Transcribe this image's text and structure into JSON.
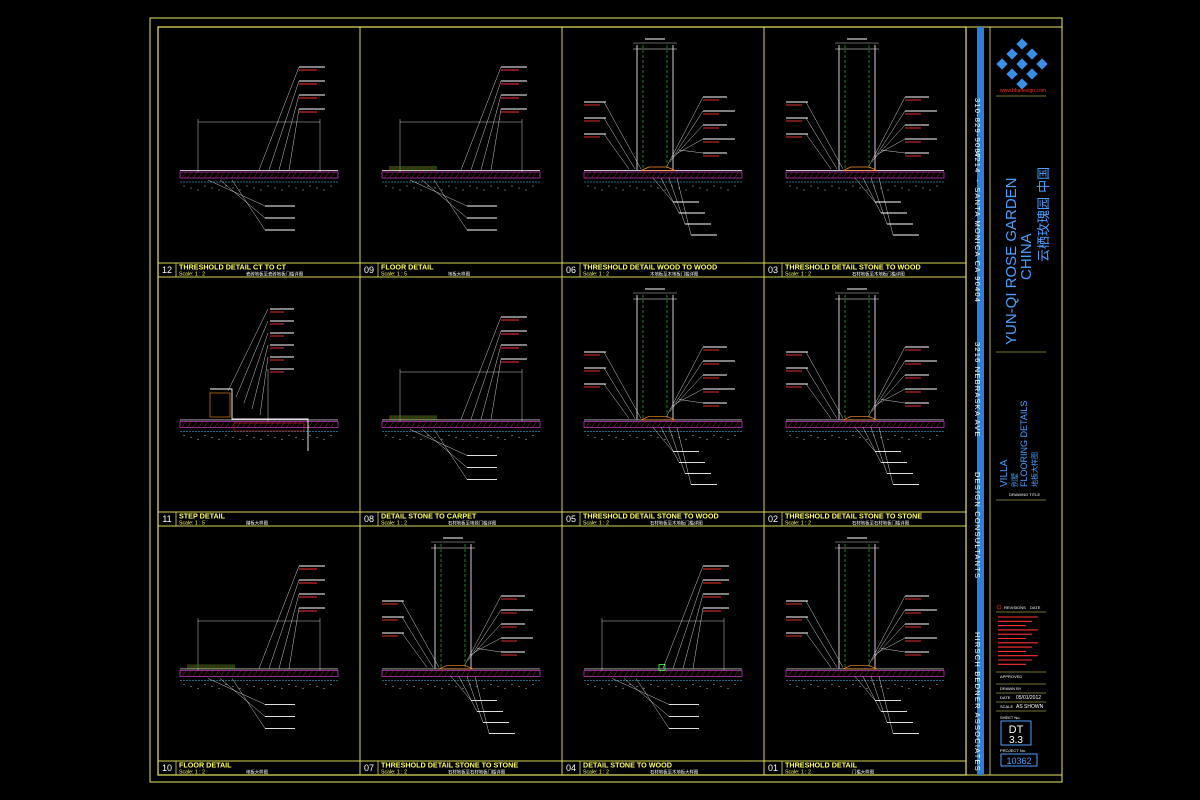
{
  "sheet": {
    "project_name": "YUN-QI ROSE GARDEN",
    "project_country": "CHINA",
    "project_name_cn": "云栖玫瑰园 中国",
    "firm": "HIRSCH BEDNER ASSOCIATES",
    "firm_sub": "DESIGN CONSULTANTS",
    "address": "3216 NEBRASKA AVE",
    "city": "SANTA MONICA CA 90404",
    "phone": "310-829-9087",
    "fax": "4214",
    "villa": "VILLA",
    "villa_cn": "别墅",
    "drawing_title": "FLOORING DETAILS",
    "drawing_title_cn": "地板大样图",
    "drawing_title_label": "DRAWING TITLE",
    "revisions_label": "REVISIONS",
    "date_label": "DATE",
    "approved_label": "APPROVED",
    "drawn_by_label": "DRAWN BY",
    "date_key": "DATE",
    "date_value": "05/01/2012",
    "scale_key": "SCALE",
    "scale_value": "AS SHOWN",
    "sheet_no_label": "SHEET No.",
    "sheet_no": "DT",
    "sheet_no_sub": "3.3",
    "project_no_label": "PROJECT No.",
    "project_no": "10362",
    "website": "www.hbadesign.com"
  },
  "details": [
    {
      "no": "12",
      "title": "THRESHOLD DETAIL CT TO CT",
      "scale": "Scale: 1 : 2",
      "cn": "瓷砖地板至瓷砖地板门槛详图"
    },
    {
      "no": "09",
      "title": "FLOOR DETAIL",
      "scale": "Scale: 1 : 5",
      "cn": "地板大样图"
    },
    {
      "no": "06",
      "title": "THRESHOLD DETAIL WOOD TO WOOD",
      "scale": "Scale: 1 : 2",
      "cn": "木地板至木地板门槛详图"
    },
    {
      "no": "03",
      "title": "THRESHOLD DETAIL STONE TO WOOD",
      "scale": "Scale: 1 : 2",
      "cn": "石材地板至木地板门槛详图"
    },
    {
      "no": "11",
      "title": "STEP DETAIL",
      "scale": "Scale: 1 : 5",
      "cn": "踏板大样图"
    },
    {
      "no": "08",
      "title": "DETAIL STONE TO CARPET",
      "scale": "Scale: 1 : 2",
      "cn": "石材地板至地毯门槛详图"
    },
    {
      "no": "05",
      "title": "THRESHOLD DETAIL STONE TO WOOD",
      "scale": "Scale: 1 : 2",
      "cn": "石材地板至木地板门槛详图"
    },
    {
      "no": "02",
      "title": "THRESHOLD DETAIL STONE TO STONE",
      "scale": "Scale: 1 : 2",
      "cn": "石材地板至石材地板门槛详图"
    },
    {
      "no": "10",
      "title": "FLOOR DETAIL",
      "scale": "Scale: 1 : 2",
      "cn": "地板大样图"
    },
    {
      "no": "07",
      "title": "THRESHOLD DETAIL STONE TO STONE",
      "scale": "Scale: 1 : 2",
      "cn": "石材地板至石材地板门槛详图"
    },
    {
      "no": "04",
      "title": "DETAIL STONE TO WOOD",
      "scale": "Scale: 1 : 2",
      "cn": "石材地板至木地板大样图"
    },
    {
      "no": "01",
      "title": "THRESHOLD DETAIL",
      "scale": "Scale: 1 : 2",
      "cn": "门槛大样图"
    }
  ],
  "colors": {
    "frame": "#e8e860",
    "grid": "#d8d850",
    "title": "#ffff66",
    "text_white": "#ffffff",
    "blue": "#2e7fd8",
    "blue_light": "#4aa0ff",
    "red": "#ff3030",
    "magenta": "#d040d0",
    "green": "#40ff40",
    "cyan": "#40d0ff",
    "orange": "#ff9020"
  }
}
